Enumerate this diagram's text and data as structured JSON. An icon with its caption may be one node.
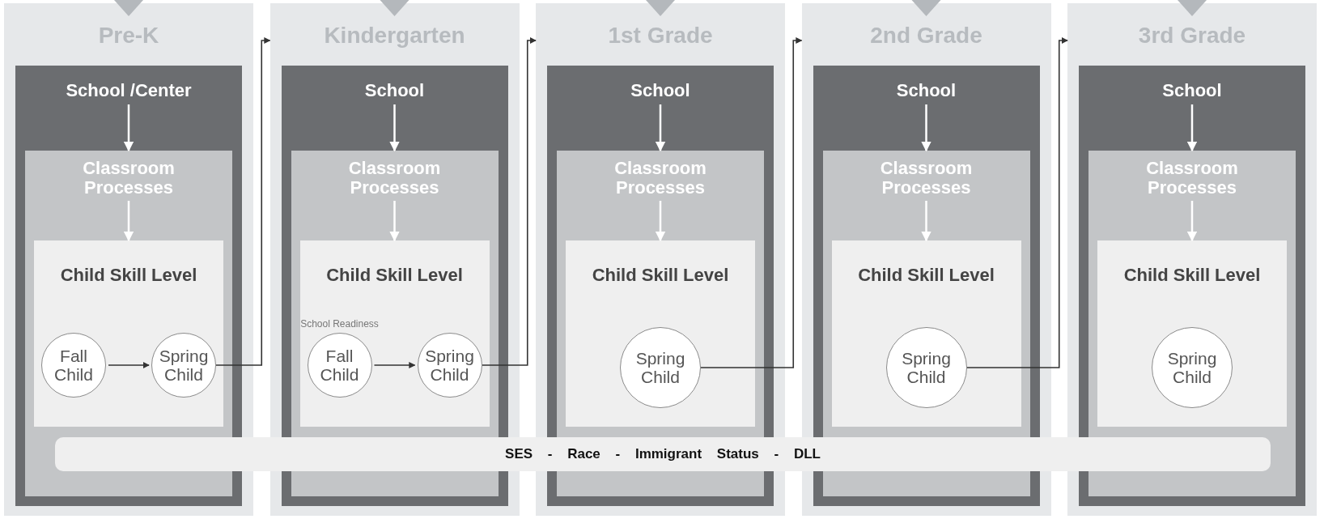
{
  "diagram": {
    "nodes": [
      {
        "text": [
          "Pre-K"
        ]
      },
      {
        "text": [
          "School /Center"
        ],
        "in": 0
      },
      {
        "text": [
          "Classroom Processes"
        ],
        "in": 1
      },
      {
        "text": [
          "Child Skill Level"
        ],
        "in": 2
      },
      {
        "text": [
          "Fall Child"
        ],
        "in": 3
      },
      {
        "text": [
          "Spring Child"
        ],
        "in": 3
      },
      {
        "text": [
          "Kindergarten"
        ]
      },
      {
        "text": [
          "School"
        ],
        "in": 6
      },
      {
        "text": [
          "Classroom Processes"
        ],
        "in": 7
      },
      {
        "text": [
          "Child Skill Level"
        ],
        "in": 8
      },
      {
        "text": [
          "Fall Child"
        ],
        "in": 9,
        "beside": [
          "School Readiness"
        ]
      },
      {
        "text": [
          "Spring Child"
        ],
        "in": 9
      },
      {
        "text": [
          "1st Grade"
        ]
      },
      {
        "text": [
          "School"
        ],
        "in": 12
      },
      {
        "text": [
          "Classroom Processes"
        ],
        "in": 13
      },
      {
        "text": [
          "Child Skill Level"
        ],
        "in": 14
      },
      {
        "text": [
          "Spring Child"
        ],
        "in": 15
      },
      {
        "text": [
          "2nd Grade"
        ]
      },
      {
        "text": [
          "School"
        ],
        "in": 17
      },
      {
        "text": [
          "Classroom Processes"
        ],
        "in": 18
      },
      {
        "text": [
          "Child Skill Level"
        ],
        "in": 19
      },
      {
        "text": [
          "Spring Child"
        ],
        "in": 20
      },
      {
        "text": [
          "3rd Grade"
        ]
      },
      {
        "text": [
          "School"
        ],
        "in": 22
      },
      {
        "text": [
          "Classroom Processes"
        ],
        "in": 23
      },
      {
        "text": [
          "Child Skill Level"
        ],
        "in": 24
      },
      {
        "text": [
          "Spring Child"
        ],
        "in": 25
      },
      {
        "text": [
          "SES - Race - Immigrant Status - DLL"
        ]
      }
    ],
    "edges": [
      {
        "from": 1,
        "to": 2,
        "arrow": "to"
      },
      {
        "from": 2,
        "to": 3,
        "arrow": "to"
      },
      {
        "from": 4,
        "to": 5,
        "arrow": "to",
        "color": "#333333"
      },
      {
        "from": 5,
        "to": 6,
        "arrow": "to",
        "color": "#333333"
      },
      {
        "from": 7,
        "to": 8,
        "arrow": "to"
      },
      {
        "from": 8,
        "to": 9,
        "arrow": "to"
      },
      {
        "from": 10,
        "to": 11,
        "arrow": "to",
        "color": "#333333"
      },
      {
        "from": 11,
        "to": 12,
        "arrow": "to",
        "color": "#333333"
      },
      {
        "from": 13,
        "to": 14,
        "arrow": "to"
      },
      {
        "from": 14,
        "to": 15,
        "arrow": "to"
      },
      {
        "from": 16,
        "to": 17,
        "arrow": "to",
        "color": "#333333"
      },
      {
        "from": 18,
        "to": 19,
        "arrow": "to"
      },
      {
        "from": 19,
        "to": 20,
        "arrow": "to"
      },
      {
        "from": 21,
        "to": 22,
        "arrow": "to",
        "color": "#333333"
      },
      {
        "from": 23,
        "to": 24,
        "arrow": "to"
      },
      {
        "from": 24,
        "to": 25,
        "arrow": "to"
      }
    ]
  }
}
